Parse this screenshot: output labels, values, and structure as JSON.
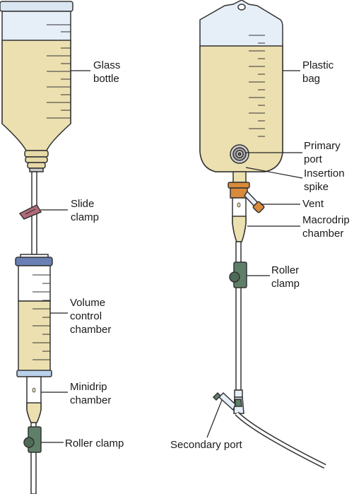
{
  "labels": {
    "glass_bottle": [
      "Glass",
      "bottle"
    ],
    "slide_clamp": [
      "Slide",
      "clamp"
    ],
    "volume_control_chamber": [
      "Volume",
      "control",
      "chamber"
    ],
    "minidrip_chamber": [
      "Minidrip",
      "chamber"
    ],
    "roller_clamp_left": [
      "Roller clamp"
    ],
    "plastic_bag": [
      "Plastic",
      "bag"
    ],
    "primary_port": [
      "Primary",
      "port"
    ],
    "insertion_spike": [
      "Insertion",
      "spike"
    ],
    "vent": [
      "Vent"
    ],
    "macrodrip_chamber": [
      "Macrodrip",
      "chamber"
    ],
    "roller_clamp_right": [
      "Roller",
      "clamp"
    ],
    "secondary_port": [
      "Secondary port"
    ]
  },
  "colors": {
    "fluid": "#ece0b0",
    "container": "#e6eef8",
    "cap_blue": "#b9d1ea",
    "clamp_green": "#5f8068",
    "slide_clamp": "#b06a78",
    "spike_orange": "#d98a3a",
    "outline": "#333333",
    "chamber_cap": "#6a7fb3"
  }
}
